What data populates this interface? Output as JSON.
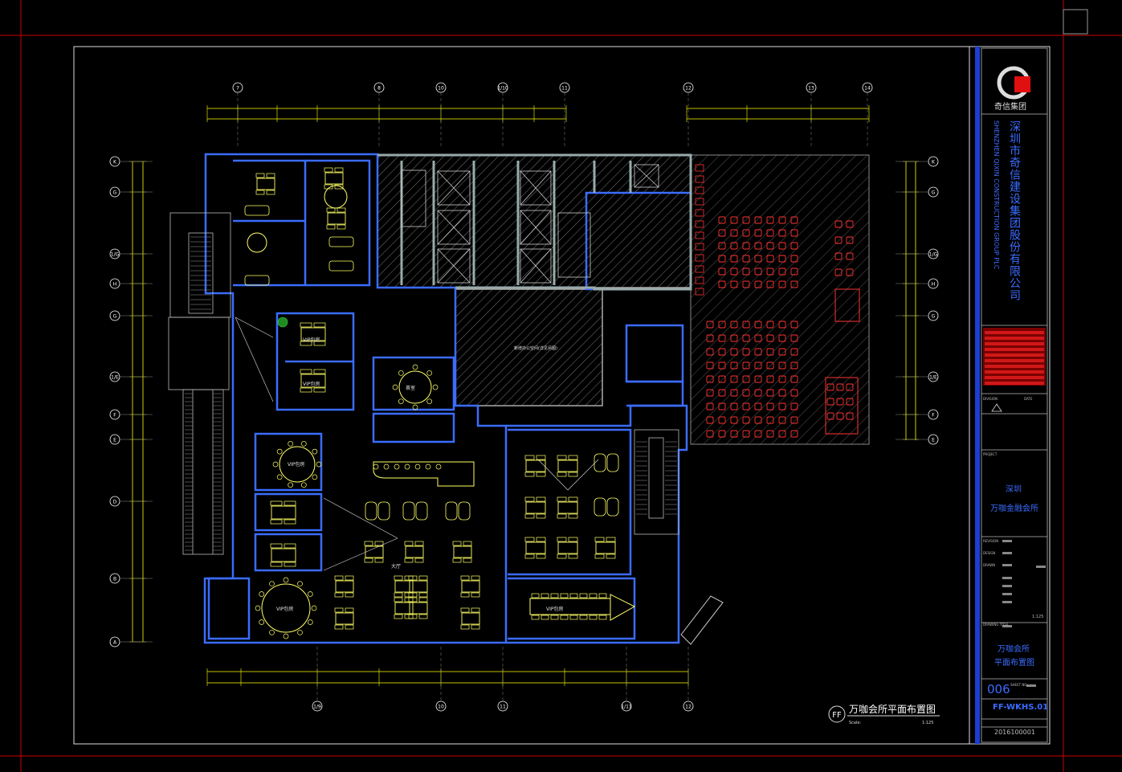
{
  "drawing": {
    "title": "万咖会所平面布置图",
    "badge": "FF",
    "scale_label": "Scale:",
    "scale_value": "1:125"
  },
  "grid": {
    "top": [
      "7",
      "8",
      "10",
      "1/10",
      "11",
      "12",
      "13",
      "14"
    ],
    "bottom": [
      "1/9",
      "10",
      "11",
      "1/11",
      "12"
    ],
    "left": [
      "K",
      "G",
      "1/G",
      "H",
      "G",
      "1/E",
      "F",
      "E",
      "D",
      "B",
      "A"
    ],
    "right": [
      "K",
      "G",
      "1/G",
      "H",
      "G",
      "1/E",
      "F",
      "E"
    ]
  },
  "rooms": {
    "lobby": "大厅",
    "vip1": "VIP包房",
    "vip2": "VIP包房",
    "vip3": "VIP包房",
    "vip4": "VIP包房",
    "vip5": "VIP包房",
    "tea": "茶室",
    "hall_note": "新增办公空间(详见另图)"
  },
  "title_block": {
    "company_cn": "深圳市奇信建设集团股份有限公司",
    "company_en": "SHENZHEN QIXIN CONSTRUCTION GROUP PLC",
    "logo_text": "奇信集团",
    "project_city": "深圳",
    "project_name": "万咖金融会所",
    "drawing_name_line1": "万咖会所",
    "drawing_name_line2": "平面布置图",
    "sheet_no": "006",
    "drawing_no": "FF-WKHS.01",
    "date_code": "2016100001",
    "scale": "1:125",
    "field_revision": "REVISION",
    "field_design": "DESIGN",
    "field_drawn": "DRAWN",
    "field_date": "DATE",
    "field_project": "PROJECT",
    "field_sheet": "SHEET NO.",
    "field_title": "DRAWING TITLE",
    "field_division": "DIVISION"
  },
  "colors": {
    "frame": "#ff0000",
    "wall": "#3b6cff",
    "furniture": "#ffff66",
    "redfurn": "#ff3333",
    "hatch": "#888888",
    "dim": "#ffff00",
    "bubble": "#ffffff",
    "text": "#e6e6e6",
    "tb_blue": "#1a3fd1"
  }
}
